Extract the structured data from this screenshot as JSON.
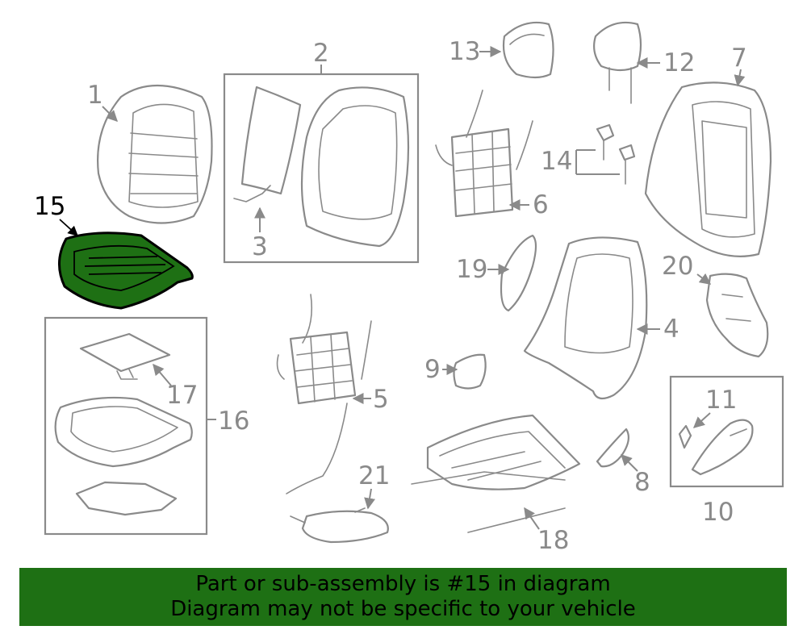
{
  "diagram": {
    "highlighted_part": "15",
    "callouts": [
      "1",
      "2",
      "3",
      "4",
      "5",
      "6",
      "7",
      "8",
      "9",
      "10",
      "11",
      "12",
      "13",
      "14",
      "15",
      "16",
      "17",
      "18",
      "19",
      "20",
      "21"
    ]
  },
  "banner": {
    "line1": "Part or sub-assembly is #15 in diagram",
    "line2": "Diagram may not be specific to your vehicle"
  },
  "colors": {
    "highlight": "#1e7014",
    "linework": "#8a8a8a",
    "banner_bg": "#1e7014"
  }
}
